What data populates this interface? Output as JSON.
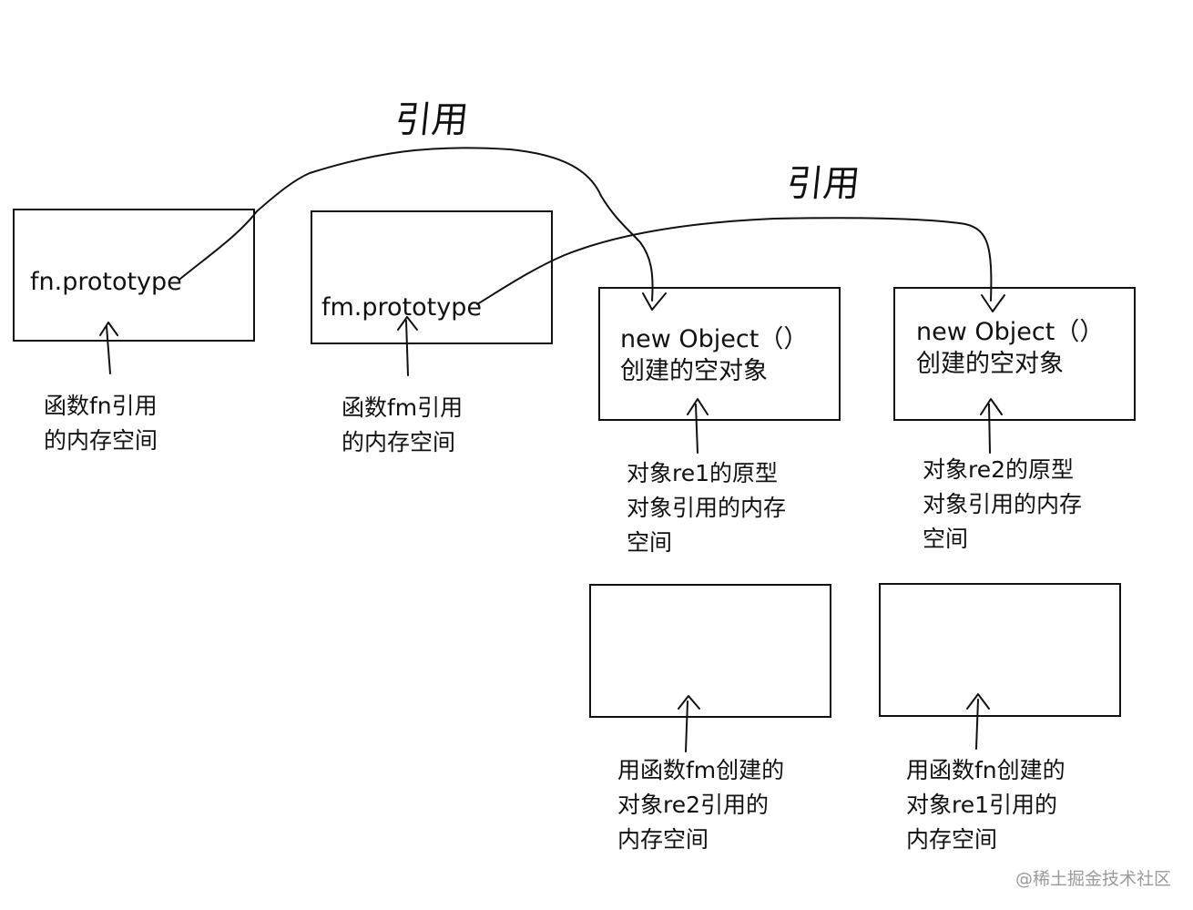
{
  "diagram": {
    "ref_labels": [
      "引用",
      "引用"
    ],
    "boxes": [
      {
        "id": "fn-prototype",
        "lines": [
          "fn.prototype"
        ]
      },
      {
        "id": "fm-prototype",
        "lines": [
          "fm.prototype"
        ]
      },
      {
        "id": "object-1",
        "lines": [
          "new Object（）",
          "创建的空对象"
        ]
      },
      {
        "id": "object-2",
        "lines": [
          "new Object（）",
          "创建的空对象"
        ]
      },
      {
        "id": "re2-memory",
        "lines": []
      },
      {
        "id": "re1-memory",
        "lines": []
      }
    ],
    "captions": [
      {
        "id": "fn-memory",
        "lines": [
          "函数fn引用",
          "的内存空间"
        ]
      },
      {
        "id": "fm-memory",
        "lines": [
          "函数fm引用",
          "的内存空间"
        ]
      },
      {
        "id": "re1-prototype",
        "lines": [
          "对象re1的原型",
          "对象引用的内存",
          "空间"
        ]
      },
      {
        "id": "re2-prototype",
        "lines": [
          "对象re2的原型",
          "对象引用的内存",
          "空间"
        ]
      },
      {
        "id": "re2-created",
        "lines": [
          "用函数fm创建的",
          "对象re2引用的",
          "内存空间"
        ]
      },
      {
        "id": "re1-created",
        "lines": [
          "用函数fn创建的",
          "对象re1引用的",
          "内存空间"
        ]
      }
    ],
    "watermark": "@稀土掘金技术社区",
    "stroke_color": "#111111",
    "watermark_color": "#9a9a9a"
  }
}
